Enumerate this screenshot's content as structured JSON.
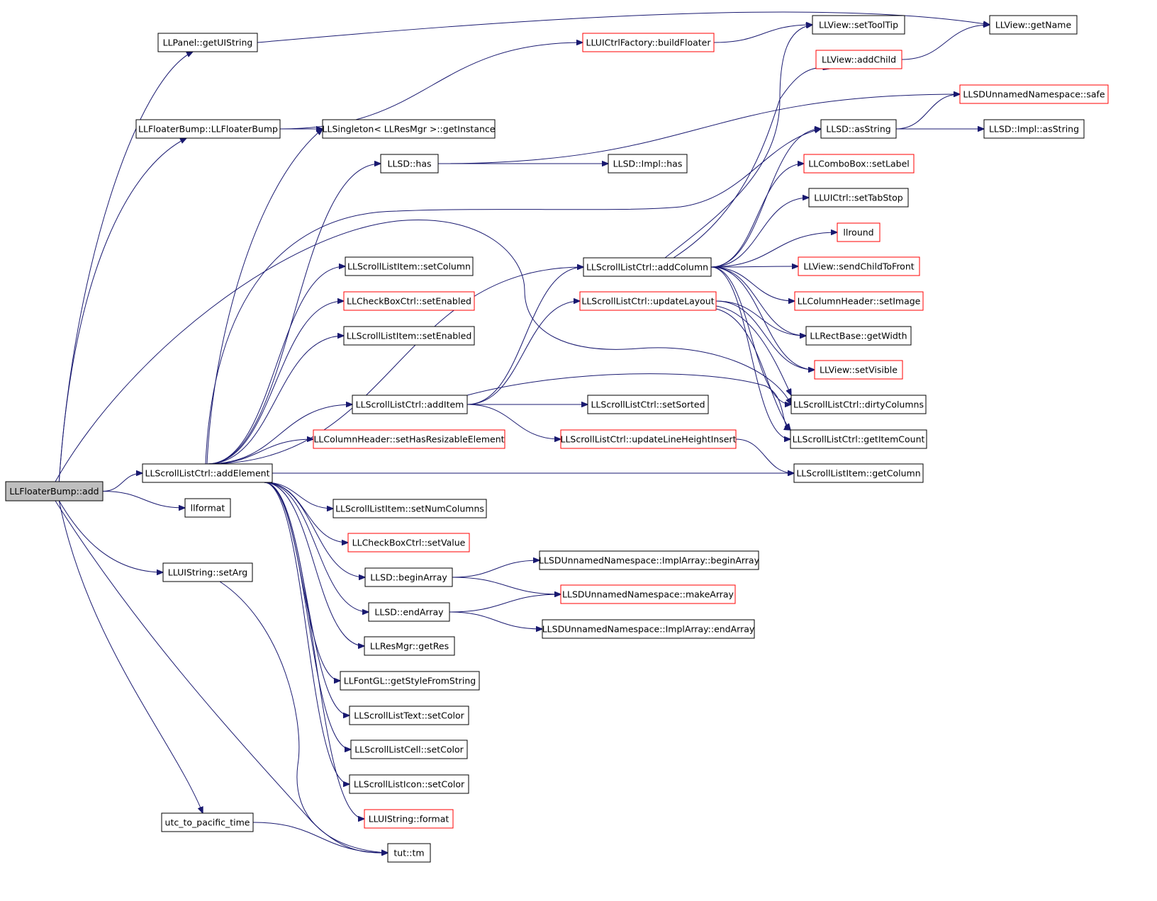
{
  "nodes": [
    {
      "id": "root",
      "label": "LLFloaterBump::add",
      "border": "black",
      "fill": "#bfbfbf"
    },
    {
      "id": "getUIString",
      "label": "LLPanel::getUIString",
      "border": "black"
    },
    {
      "id": "ctor",
      "label": "LLFloaterBump::LLFloaterBump",
      "border": "black"
    },
    {
      "id": "addElement",
      "label": "LLScrollListCtrl::addElement",
      "border": "black"
    },
    {
      "id": "llformat",
      "label": "llformat",
      "border": "black"
    },
    {
      "id": "setArg",
      "label": "LLUIString::setArg",
      "border": "black"
    },
    {
      "id": "utc",
      "label": "utc_to_pacific_time",
      "border": "black"
    },
    {
      "id": "getInstance",
      "label": "LLSingleton< LLResMgr >::getInstance",
      "border": "black"
    },
    {
      "id": "has",
      "label": "LLSD::has",
      "border": "black"
    },
    {
      "id": "sliSetColumn",
      "label": "LLScrollListItem::setColumn",
      "border": "black"
    },
    {
      "id": "cbSetEnabled",
      "label": "LLCheckBoxCtrl::setEnabled",
      "border": "red"
    },
    {
      "id": "sliSetEnabled",
      "label": "LLScrollListItem::setEnabled",
      "border": "black"
    },
    {
      "id": "addItem",
      "label": "LLScrollListCtrl::addItem",
      "border": "black"
    },
    {
      "id": "setHasResizable",
      "label": "LLColumnHeader::setHasResizableElement",
      "border": "red"
    },
    {
      "id": "setNumColumns",
      "label": "LLScrollListItem::setNumColumns",
      "border": "black"
    },
    {
      "id": "cbSetValue",
      "label": "LLCheckBoxCtrl::setValue",
      "border": "red"
    },
    {
      "id": "beginArray",
      "label": "LLSD::beginArray",
      "border": "black"
    },
    {
      "id": "endArray",
      "label": "LLSD::endArray",
      "border": "black"
    },
    {
      "id": "getRes",
      "label": "LLResMgr::getRes",
      "border": "black"
    },
    {
      "id": "getStyle",
      "label": "LLFontGL::getStyleFromString",
      "border": "black"
    },
    {
      "id": "sltSetColor",
      "label": "LLScrollListText::setColor",
      "border": "black"
    },
    {
      "id": "slcSetColor",
      "label": "LLScrollListCell::setColor",
      "border": "black"
    },
    {
      "id": "sliconSetColor",
      "label": "LLScrollListIcon::setColor",
      "border": "black"
    },
    {
      "id": "uisFormat",
      "label": "LLUIString::format",
      "border": "red"
    },
    {
      "id": "tm",
      "label": "tut::tm",
      "border": "black"
    },
    {
      "id": "buildFloater",
      "label": "LLUICtrlFactory::buildFloater",
      "border": "red"
    },
    {
      "id": "implHas",
      "label": "LLSD::Impl::has",
      "border": "black"
    },
    {
      "id": "addColumn",
      "label": "LLScrollListCtrl::addColumn",
      "border": "black"
    },
    {
      "id": "updateLayout",
      "label": "LLScrollListCtrl::updateLayout",
      "border": "red"
    },
    {
      "id": "setSorted",
      "label": "LLScrollListCtrl::setSorted",
      "border": "black"
    },
    {
      "id": "updateLHI",
      "label": "LLScrollListCtrl::updateLineHeightInsert",
      "border": "red"
    },
    {
      "id": "implBeginArray",
      "label": "LLSDUnnamedNamespace::ImplArray::beginArray",
      "border": "black"
    },
    {
      "id": "makeArray",
      "label": "LLSDUnnamedNamespace::makeArray",
      "border": "red"
    },
    {
      "id": "implEndArray",
      "label": "LLSDUnnamedNamespace::ImplArray::endArray",
      "border": "black"
    },
    {
      "id": "setToolTip",
      "label": "LLView::setToolTip",
      "border": "black"
    },
    {
      "id": "addChild",
      "label": "LLView::addChild",
      "border": "red"
    },
    {
      "id": "asString",
      "label": "LLSD::asString",
      "border": "black"
    },
    {
      "id": "cbSetLabel",
      "label": "LLComboBox::setLabel",
      "border": "red"
    },
    {
      "id": "setTabStop",
      "label": "LLUICtrl::setTabStop",
      "border": "black"
    },
    {
      "id": "llround",
      "label": "llround",
      "border": "red"
    },
    {
      "id": "sendChildToFront",
      "label": "LLView::sendChildToFront",
      "border": "red"
    },
    {
      "id": "chSetImage",
      "label": "LLColumnHeader::setImage",
      "border": "red"
    },
    {
      "id": "getWidth",
      "label": "LLRectBase::getWidth",
      "border": "black"
    },
    {
      "id": "setVisible",
      "label": "LLView::setVisible",
      "border": "red"
    },
    {
      "id": "dirtyColumns",
      "label": "LLScrollListCtrl::dirtyColumns",
      "border": "black"
    },
    {
      "id": "getItemCount",
      "label": "LLScrollListCtrl::getItemCount",
      "border": "black"
    },
    {
      "id": "sliGetColumn",
      "label": "LLScrollListItem::getColumn",
      "border": "black"
    },
    {
      "id": "getName",
      "label": "LLView::getName",
      "border": "black"
    },
    {
      "id": "safe",
      "label": "LLSDUnnamedNamespace::safe",
      "border": "red"
    },
    {
      "id": "implAsString",
      "label": "LLSD::Impl::asString",
      "border": "black"
    }
  ],
  "edges": [
    [
      "root",
      "getUIString"
    ],
    [
      "root",
      "ctor"
    ],
    [
      "root",
      "addElement"
    ],
    [
      "root",
      "llformat"
    ],
    [
      "root",
      "setArg"
    ],
    [
      "root",
      "utc"
    ],
    [
      "root",
      "tm"
    ],
    [
      "root",
      "dirtyColumns"
    ],
    [
      "getUIString",
      "getName"
    ],
    [
      "ctor",
      "getInstance"
    ],
    [
      "ctor",
      "buildFloater"
    ],
    [
      "addElement",
      "getInstance"
    ],
    [
      "addElement",
      "has"
    ],
    [
      "addElement",
      "asString"
    ],
    [
      "addElement",
      "sliSetColumn"
    ],
    [
      "addElement",
      "cbSetEnabled"
    ],
    [
      "addElement",
      "sliSetEnabled"
    ],
    [
      "addElement",
      "addItem"
    ],
    [
      "addElement",
      "setHasResizable"
    ],
    [
      "addElement",
      "sliGetColumn"
    ],
    [
      "addElement",
      "setNumColumns"
    ],
    [
      "addElement",
      "cbSetValue"
    ],
    [
      "addElement",
      "beginArray"
    ],
    [
      "addElement",
      "endArray"
    ],
    [
      "addElement",
      "getRes"
    ],
    [
      "addElement",
      "getStyle"
    ],
    [
      "addElement",
      "sltSetColor"
    ],
    [
      "addElement",
      "slcSetColor"
    ],
    [
      "addElement",
      "sliconSetColor"
    ],
    [
      "addElement",
      "uisFormat"
    ],
    [
      "addElement",
      "addColumn"
    ],
    [
      "setArg",
      "tm"
    ],
    [
      "utc",
      "tm"
    ],
    [
      "has",
      "implHas"
    ],
    [
      "has",
      "safe"
    ],
    [
      "addItem",
      "addColumn"
    ],
    [
      "addItem",
      "updateLayout"
    ],
    [
      "addItem",
      "setSorted"
    ],
    [
      "addItem",
      "updateLHI"
    ],
    [
      "addItem",
      "getItemCount"
    ],
    [
      "beginArray",
      "implBeginArray"
    ],
    [
      "beginArray",
      "makeArray"
    ],
    [
      "endArray",
      "makeArray"
    ],
    [
      "endArray",
      "implEndArray"
    ],
    [
      "buildFloater",
      "setToolTip"
    ],
    [
      "addColumn",
      "setToolTip"
    ],
    [
      "addColumn",
      "addChild"
    ],
    [
      "addColumn",
      "asString"
    ],
    [
      "addColumn",
      "cbSetLabel"
    ],
    [
      "addColumn",
      "setTabStop"
    ],
    [
      "addColumn",
      "llround"
    ],
    [
      "addColumn",
      "sendChildToFront"
    ],
    [
      "addColumn",
      "chSetImage"
    ],
    [
      "addColumn",
      "getWidth"
    ],
    [
      "addColumn",
      "setVisible"
    ],
    [
      "addColumn",
      "dirtyColumns"
    ],
    [
      "addColumn",
      "getItemCount"
    ],
    [
      "updateLayout",
      "getWidth"
    ],
    [
      "updateLayout",
      "setVisible"
    ],
    [
      "updateLayout",
      "dirtyColumns"
    ],
    [
      "updateLayout",
      "getItemCount"
    ],
    [
      "updateLHI",
      "sliGetColumn"
    ],
    [
      "addChild",
      "getName"
    ],
    [
      "asString",
      "safe"
    ],
    [
      "asString",
      "implAsString"
    ]
  ]
}
